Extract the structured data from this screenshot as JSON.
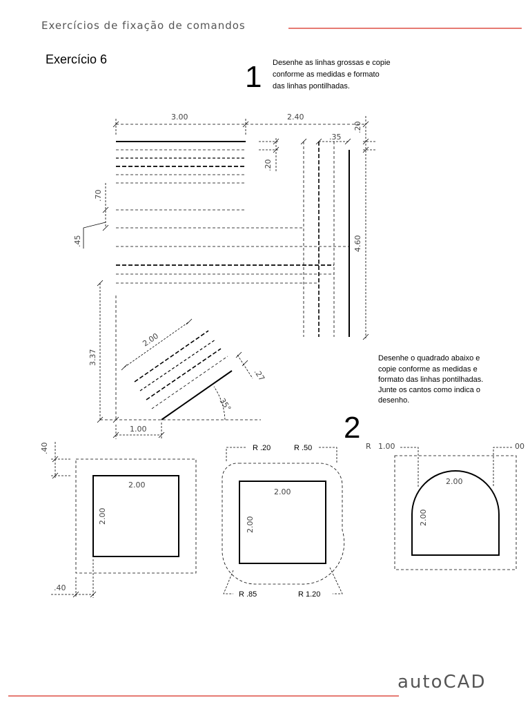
{
  "header": {
    "title": "Exercícios de fixação de comandos",
    "accent_color": "#d62a1f"
  },
  "exercise": {
    "title": "Exercício 6"
  },
  "part1": {
    "number": "1",
    "instruction_lines": [
      "Desenhe as linhas grossas e copie",
      "conforme as medidas e formato",
      "das linhas pontilhadas."
    ],
    "dims": {
      "top_left": "3.00",
      "top_right": "2.40",
      "gap_35": ".35",
      "top_20": ".20",
      "spacing_20": ".20",
      "v_70": ".70",
      "v_45": ".45",
      "v_460": "4.60",
      "v_337": "3.37",
      "diag_200": "2.00",
      "diag_27": ".27",
      "angle_35": "35°",
      "h_100": "1.00"
    }
  },
  "part2": {
    "number": "2",
    "instruction_lines": [
      "Desenhe o quadrado abaixo e",
      "copie conforme as medidas e",
      "formato das linhas pontilhadas.",
      "Junte os cantos como indica o",
      "desenho."
    ],
    "square1": {
      "top": "2.00",
      "side": "2.00",
      "offset_top": ".40",
      "offset_bottom": ".40"
    },
    "square2": {
      "top": "2.00",
      "side": "2.00",
      "r_tl": "R .20",
      "r_tr": "R .50",
      "r_bl": "R .85",
      "r_br": "R 1.20"
    },
    "square3": {
      "top": "2.00",
      "side": "2.00",
      "r_left_prefix": "R",
      "r_left": "1.00",
      "r_right": "00"
    }
  },
  "footer": {
    "brand": "autoCAD"
  }
}
